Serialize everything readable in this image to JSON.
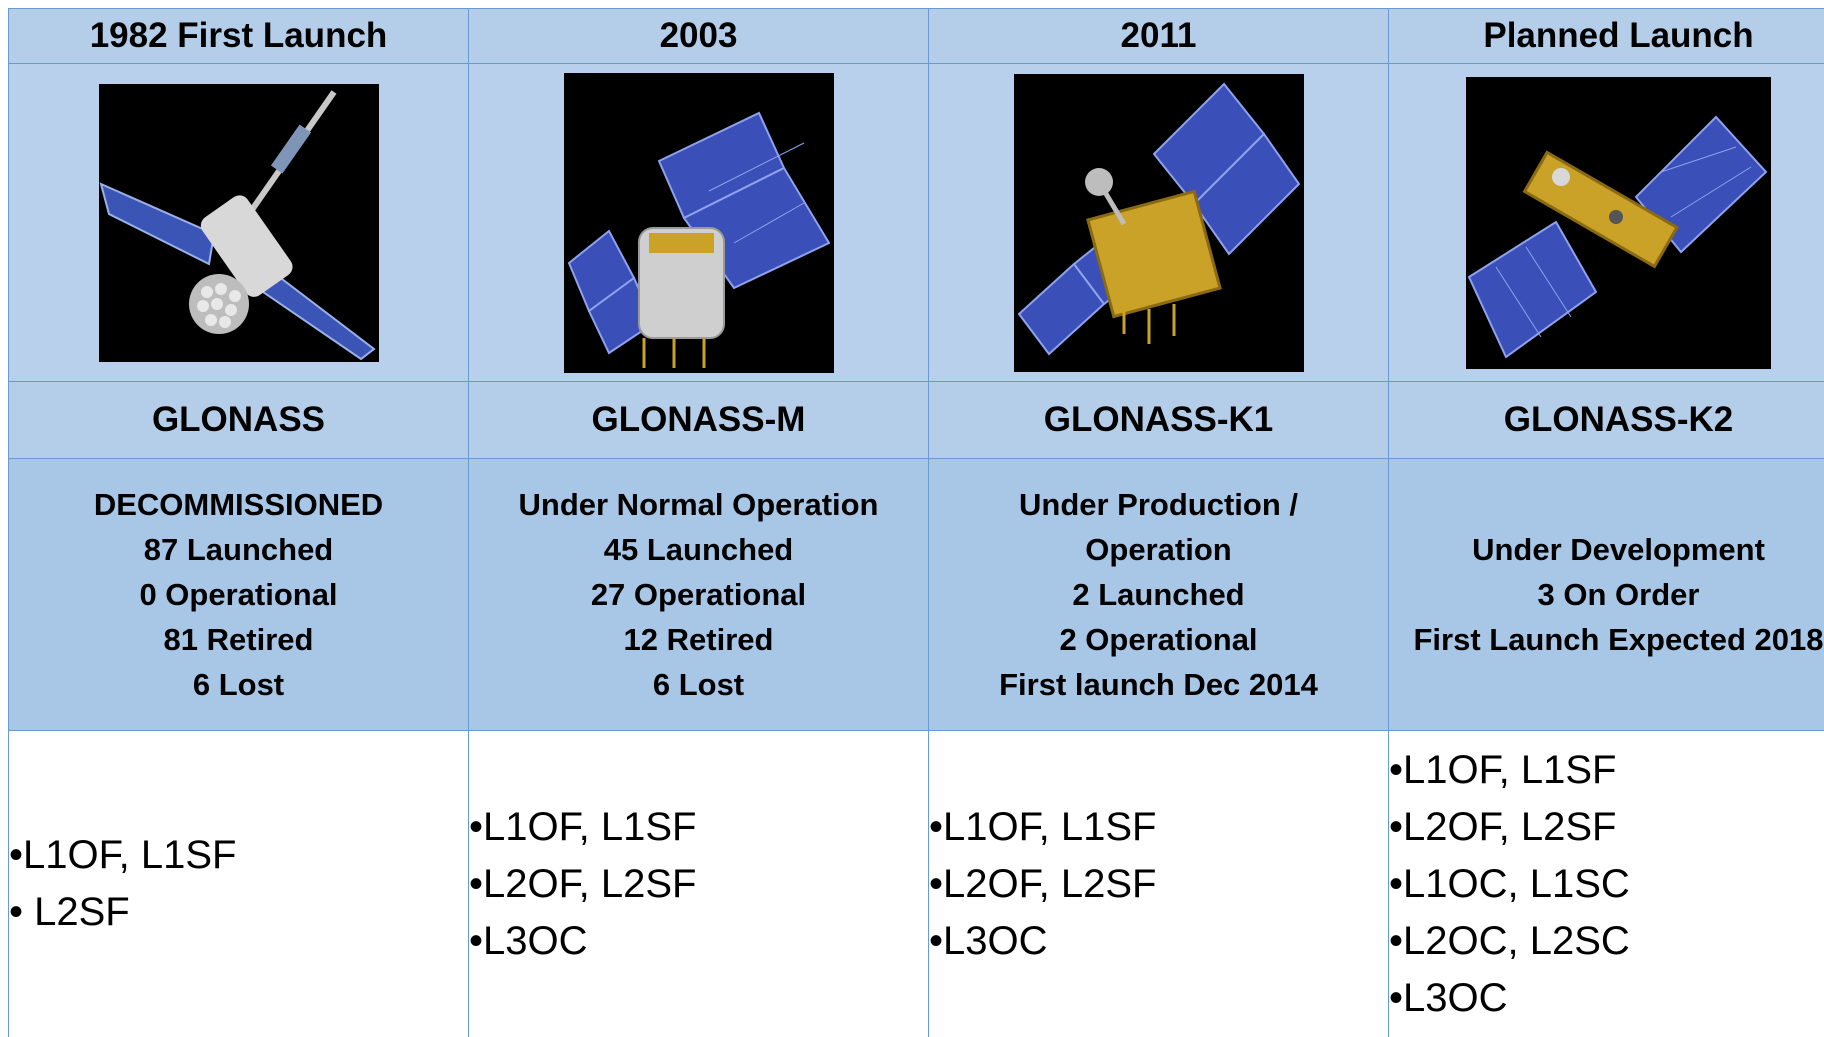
{
  "columns": [
    {
      "period": "1982 First Launch",
      "name": "GLONASS",
      "status": [
        "DECOMMISSIONED",
        "87 Launched",
        "0 Operational",
        "81 Retired",
        "6 Lost"
      ],
      "signals": [
        "•L1OF, L1SF",
        "• L2SF"
      ]
    },
    {
      "period": "2003",
      "name": "GLONASS-M",
      "status": [
        "Under Normal Operation",
        "45 Launched",
        "27 Operational",
        "12 Retired",
        "6 Lost"
      ],
      "signals": [
        "•L1OF, L1SF",
        "•L2OF, L2SF",
        "•L3OC"
      ]
    },
    {
      "period": "2011",
      "name": "GLONASS-K1",
      "status": [
        "Under Production /",
        "Operation",
        "2 Launched",
        "2 Operational",
        "First launch Dec 2014"
      ],
      "signals": [
        "•L1OF, L1SF",
        "•L2OF, L2SF",
        "•L3OC"
      ]
    },
    {
      "period": "Planned Launch",
      "name": "GLONASS-K2",
      "status": [
        "Under Development",
        "3 On Order",
        "First Launch Expected 2018"
      ],
      "signals": [
        "•L1OF, L1SF",
        "•L2OF, L2SF",
        "•L1OC, L1SC",
        "•L2OC, L2SC",
        "•L3OC"
      ]
    }
  ],
  "colors": {
    "header_bg": "#b4cde9",
    "status_bg": "#a8c6e6",
    "border": "#6a9ad2",
    "panel_blue": "#3a4fb8",
    "panel_grid": "#8fa2ee",
    "gold_body": "#c9a227",
    "silver_body": "#d8d8d8"
  }
}
